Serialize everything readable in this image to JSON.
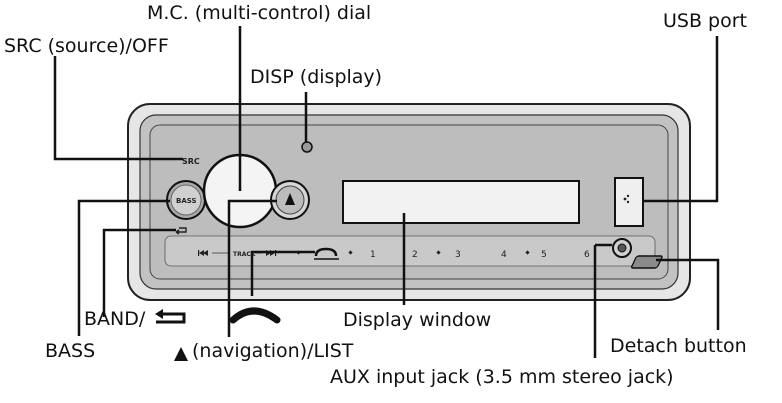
{
  "labels": {
    "mc_dial": "M.C. (multi-control) dial",
    "src": "SRC (source)/OFF",
    "disp": "DISP (display)",
    "usb": "USB port",
    "band": "BAND/",
    "bass": "BASS",
    "nav": "(navigation)/LIST",
    "display_window": "Display window",
    "detach": "Detach button",
    "aux": "AUX input jack (3.5 mm stereo jack)"
  },
  "panel_text": {
    "src": "SRC",
    "bass": "BASS",
    "track": "TRACK",
    "numbers": [
      "1",
      "2",
      "3",
      "4",
      "5",
      "6"
    ]
  },
  "colors": {
    "panel_outer": "#d9d9d9",
    "panel_mid": "#b3b3b3",
    "panel_inner": "#c8c8c8",
    "line": "#111111"
  },
  "icons": {
    "band_back": "return-arrow-icon",
    "phone": "phone-handset-icon",
    "nav": "up-triangle-icon",
    "prev": "skip-back-icon",
    "next": "skip-forward-icon"
  }
}
